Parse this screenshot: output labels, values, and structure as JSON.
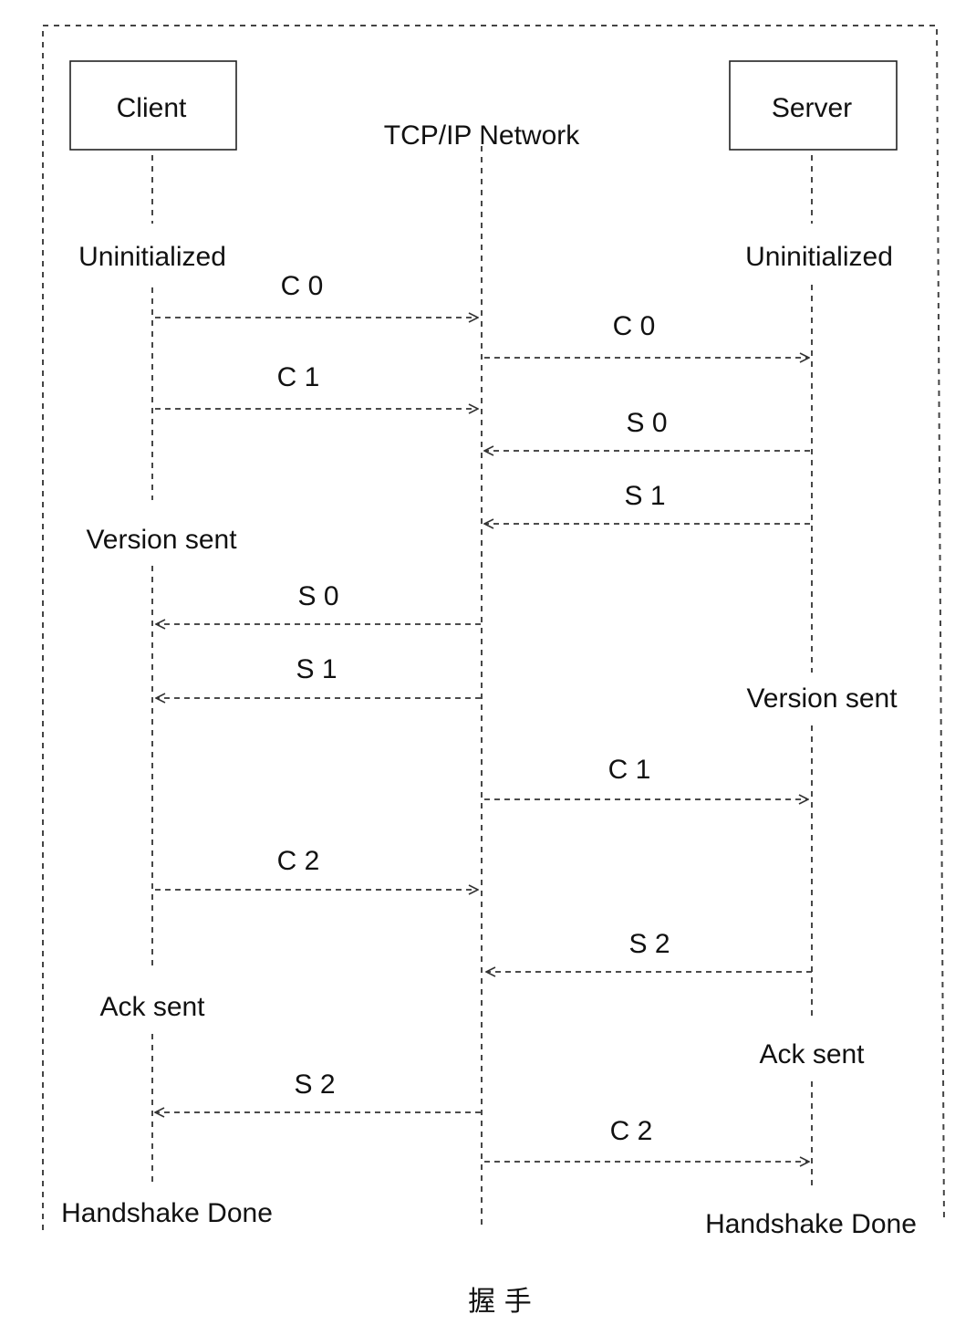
{
  "diagram": {
    "participants": {
      "client": "Client",
      "network": "TCP/IP Network",
      "server": "Server"
    },
    "client_states": [
      "Uninitialized",
      "Version sent",
      "Ack sent",
      "Handshake Done"
    ],
    "server_states": [
      "Uninitialized",
      "Version sent",
      "Ack sent",
      "Handshake Done"
    ],
    "messages": [
      {
        "label": "C 0",
        "from": "client",
        "to": "network"
      },
      {
        "label": "C 0",
        "from": "network",
        "to": "server"
      },
      {
        "label": "C 1",
        "from": "client",
        "to": "network"
      },
      {
        "label": "S 0",
        "from": "server",
        "to": "network"
      },
      {
        "label": "S 1",
        "from": "server",
        "to": "network"
      },
      {
        "label": "S 0",
        "from": "network",
        "to": "client"
      },
      {
        "label": "S 1",
        "from": "network",
        "to": "client"
      },
      {
        "label": "C 1",
        "from": "network",
        "to": "server"
      },
      {
        "label": "C 2",
        "from": "client",
        "to": "network"
      },
      {
        "label": "S 2",
        "from": "server",
        "to": "network"
      },
      {
        "label": "S 2",
        "from": "network",
        "to": "client"
      },
      {
        "label": "C 2",
        "from": "network",
        "to": "server"
      }
    ],
    "caption": "握 手",
    "colors": {
      "line": "#333333",
      "text": "#111111"
    }
  }
}
